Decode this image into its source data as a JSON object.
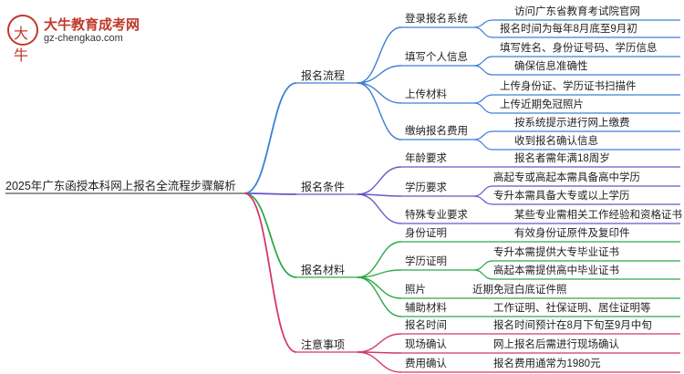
{
  "logo": {
    "name": "大牛教育成考网",
    "url": "gz-chengkao.com",
    "mark": "大牛"
  },
  "root": "2025年广东函授本科网上报名全流程步骤解析",
  "colors": {
    "blue": "#3d7fd6",
    "purple": "#6a55c8",
    "green": "#2ea84a",
    "pink": "#d5366f"
  },
  "branches": [
    {
      "label": "报名流程",
      "children": [
        {
          "label": "登录报名系统",
          "leaves": [
            "访问广东省教育考试院官网",
            "报名时间为每年8月底至9月初"
          ]
        },
        {
          "label": "填写个人信息",
          "leaves": [
            "填写姓名、身份证号码、学历信息",
            "确保信息准确性"
          ]
        },
        {
          "label": "上传材料",
          "leaves": [
            "上传身份证、学历证书扫描件",
            "上传近期免冠照片"
          ]
        },
        {
          "label": "缴纳报名费用",
          "leaves": [
            "按系统提示进行网上缴费",
            "收到报名确认信息"
          ]
        }
      ]
    },
    {
      "label": "报名条件",
      "children": [
        {
          "label": "年龄要求",
          "leaves": [
            "报名者需年满18周岁"
          ]
        },
        {
          "label": "学历要求",
          "leaves": [
            "高起专或高起本需具备高中学历",
            "专升本需具备大专或以上学历"
          ]
        },
        {
          "label": "特殊专业要求",
          "leaves": [
            "某些专业需相关工作经验和资格证书"
          ]
        }
      ]
    },
    {
      "label": "报名材料",
      "children": [
        {
          "label": "身份证明",
          "leaves": [
            "有效身份证原件及复印件"
          ]
        },
        {
          "label": "学历证明",
          "leaves": [
            "专升本需提供大专毕业证书",
            "高起本需提供高中毕业证书"
          ]
        },
        {
          "label": "照片",
          "leaves": [
            "近期免冠白底证件照"
          ]
        },
        {
          "label": "辅助材料",
          "leaves": [
            "工作证明、社保证明、居住证明等"
          ]
        }
      ]
    },
    {
      "label": "注意事项",
      "children": [
        {
          "label": "报名时间",
          "leaves": [
            "报名时间预计在8月下旬至9月中旬"
          ]
        },
        {
          "label": "现场确认",
          "leaves": [
            "网上报名后需进行现场确认"
          ]
        },
        {
          "label": "费用确认",
          "leaves": [
            "报名费用通常为1980元"
          ]
        }
      ]
    }
  ]
}
